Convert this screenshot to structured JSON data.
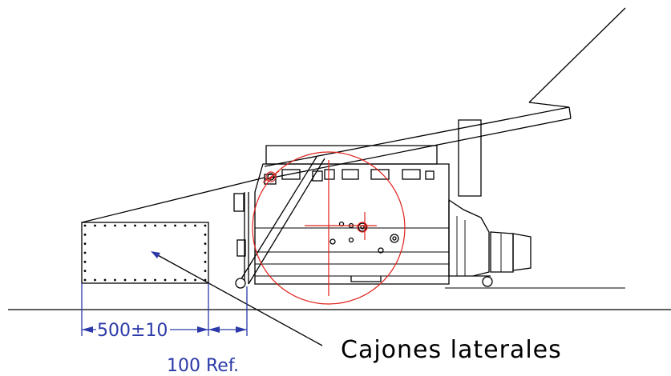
{
  "labels": {
    "callout": "Cajones laterales",
    "dim_main": "500±10",
    "dim_ref": "100 Ref."
  },
  "colors": {
    "line": "#000000",
    "dimension": "#2b3aa8",
    "centerline": "#e0201a"
  }
}
